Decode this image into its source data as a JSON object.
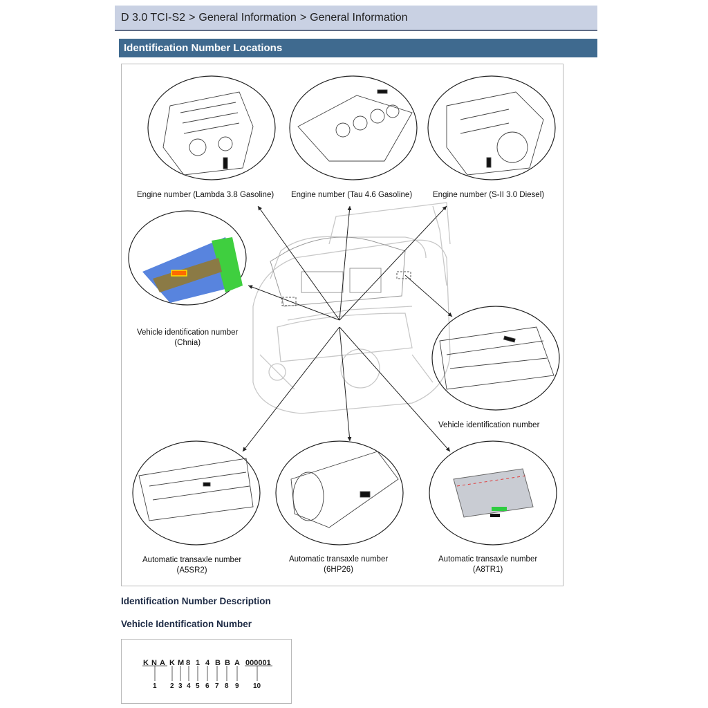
{
  "breadcrumb": {
    "items": [
      "D 3.0 TCI-S2",
      "General Information",
      "General Information"
    ],
    "separator": ">"
  },
  "section_title": "Identification Number Locations",
  "figure": {
    "captions": {
      "engine_lambda": "Engine number (Lambda 3.8 Gasoline)",
      "engine_tau": "Engine number (Tau 4.6 Gasoline)",
      "engine_s2": "Engine number (S-II 3.0 Diesel)",
      "vin_china_line1": "Vehicle identification number",
      "vin_china_line2": "(Chnia)",
      "vin_main": "Vehicle identification number",
      "trans_a5sr2_line1": "Automatic transaxle number",
      "trans_a5sr2_line2": "(A5SR2)",
      "trans_6hp26_line1": "Automatic transaxle number",
      "trans_6hp26_line2": "(6HP26)",
      "trans_a8tr1_line1": "Automatic transaxle number",
      "trans_a8tr1_line2": "(A8TR1)"
    }
  },
  "headings": {
    "description": "Identification Number Description",
    "vin": "Vehicle Identification Number"
  },
  "vin_diagram": {
    "chars": [
      "K",
      "N",
      "A",
      "K",
      "M",
      "8",
      "1",
      "4",
      "B",
      "B",
      "A",
      "000001"
    ],
    "numbers": [
      "1",
      "2",
      "3",
      "4",
      "5",
      "6",
      "7",
      "8",
      "9",
      "10"
    ]
  },
  "colors": {
    "breadcrumb_bg": "#c9d1e3",
    "section_bar_bg": "#3f6a8f",
    "heading_text": "#1d2a44"
  }
}
